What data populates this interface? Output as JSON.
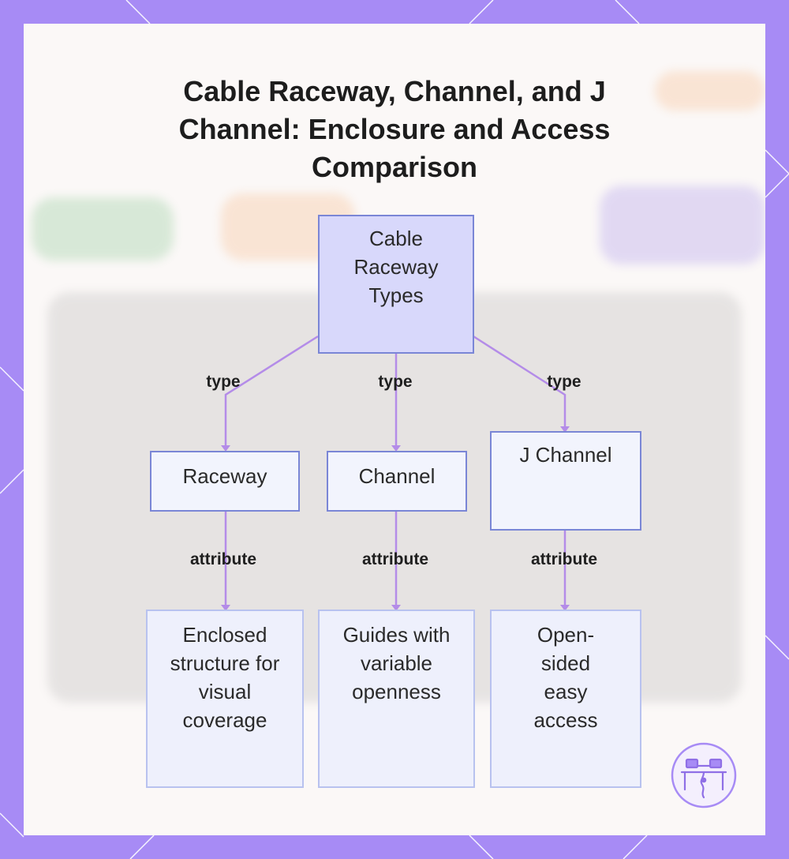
{
  "title": "Cable Raceway, Channel, and J Channel: Enclosure and Access Comparison",
  "root": {
    "label": "Cable Raceway Types"
  },
  "types": [
    {
      "label": "Raceway",
      "edge_label": "type",
      "attribute_edge_label": "attribute",
      "attribute": "Enclosed structure for visual coverage"
    },
    {
      "label": "Channel",
      "edge_label": "type",
      "attribute_edge_label": "attribute",
      "attribute": "Guides with variable openness"
    },
    {
      "label": "J Channel",
      "edge_label": "type",
      "attribute_edge_label": "attribute",
      "attribute": "Open-sided easy access"
    }
  ],
  "colors": {
    "frame": "#a78bf5",
    "panel": "#fbf8f7",
    "root_fill": "#d8d8fb",
    "node_border": "#7a86d6",
    "edge": "#b48ce8"
  },
  "logo_icon": "network-desk-icon"
}
